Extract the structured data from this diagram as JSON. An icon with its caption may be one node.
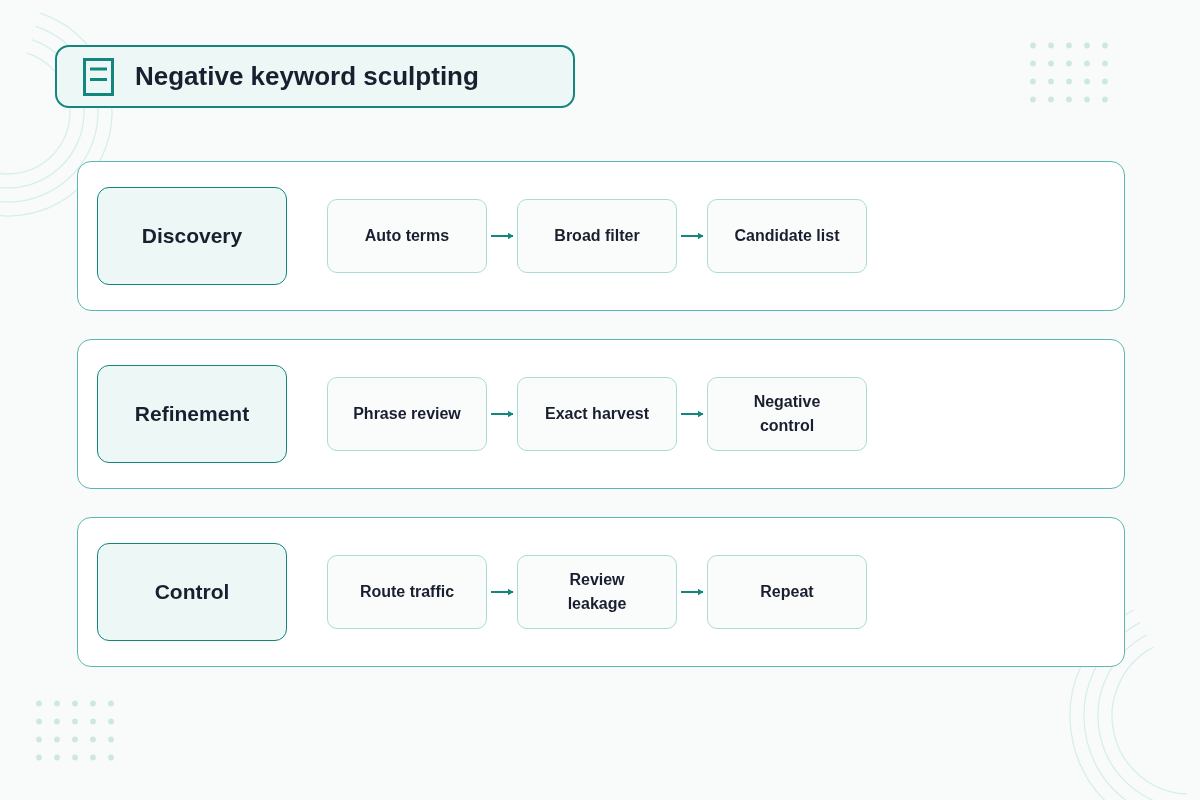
{
  "diagram": {
    "title": "Negative keyword sculpting",
    "nodes": [
      {
        "text": [],
        "shape": "box"
      },
      {
        "text": [
          "Discovery"
        ],
        "in": 0
      },
      {
        "text": [
          "Auto terms"
        ],
        "in": 0
      },
      {
        "text": [
          "Broad filter"
        ],
        "in": 0
      },
      {
        "text": [
          "Candidate list"
        ],
        "in": 0
      },
      {
        "text": [],
        "shape": "box"
      },
      {
        "text": [
          "Refinement"
        ],
        "in": 5
      },
      {
        "text": [
          "Phrase review"
        ],
        "in": 5
      },
      {
        "text": [
          "Exact harvest"
        ],
        "in": 5
      },
      {
        "text": [
          "Negative control"
        ],
        "in": 5
      },
      {
        "text": [],
        "shape": "box"
      },
      {
        "text": [
          "Control"
        ],
        "in": 10
      },
      {
        "text": [
          "Route traffic"
        ],
        "in": 10
      },
      {
        "text": [
          "Review leakage"
        ],
        "in": 10
      },
      {
        "text": [
          "Repeat"
        ],
        "in": 10
      }
    ],
    "edges": [
      {
        "from": 2,
        "to": 3,
        "arrow": "to"
      },
      {
        "from": 3,
        "to": 4,
        "arrow": "to"
      },
      {
        "from": 7,
        "to": 8,
        "arrow": "to"
      },
      {
        "from": 8,
        "to": 9,
        "arrow": "to"
      },
      {
        "from": 12,
        "to": 13,
        "arrow": "to"
      },
      {
        "from": 13,
        "to": 14,
        "arrow": "to"
      }
    ]
  }
}
